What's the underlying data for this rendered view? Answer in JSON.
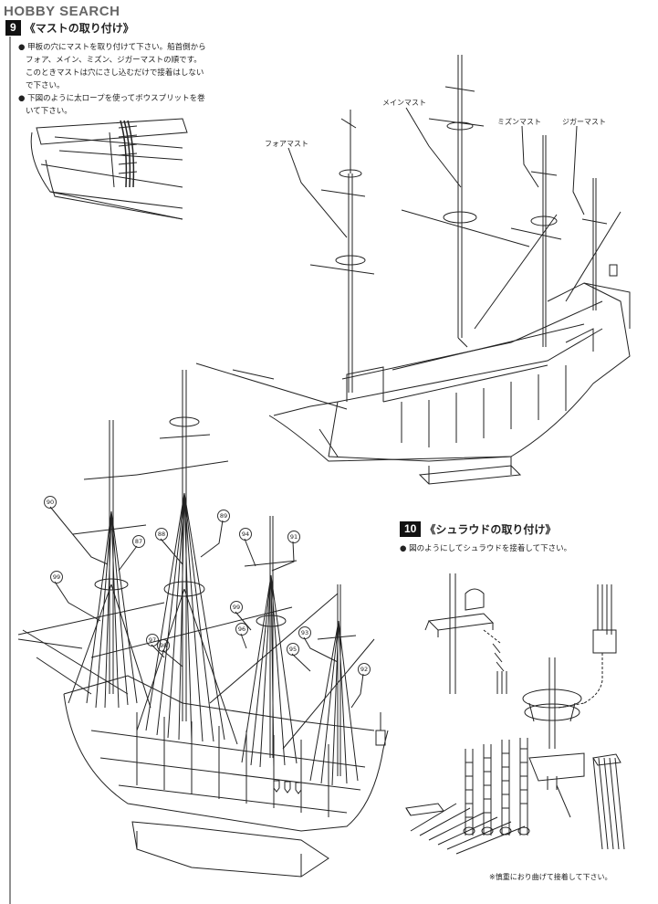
{
  "watermark": {
    "text": "HOBBY SEARCH"
  },
  "step9": {
    "number": "9",
    "title": "《マストの取り付け》",
    "notes": [
      "● 甲板の穴にマストを取り付けて下さい。船首側から",
      "フォア、メイン、ミズン、ジガーマストの順です。",
      "このときマストは穴にさし込むだけで接着はしない",
      "で下さい。",
      "● 下図のように太ロープを使ってボウスプリットを巻",
      "いて下さい。"
    ],
    "mast_labels": {
      "main": "メインマスト",
      "fore": "フォアマスト",
      "mizzen": "ミズンマスト",
      "jigger": "ジガーマスト"
    }
  },
  "step10": {
    "number": "10",
    "title": "《シュラウドの取り付け》",
    "note": "● 図のようにしてシュラウドを接着して下さい。",
    "footnote": "※慎重におり曲げて接着して下さい。"
  },
  "part_numbers": [
    "90",
    "87",
    "88",
    "89",
    "94",
    "91",
    "99",
    "93",
    "96",
    "97",
    "98",
    "95",
    "92"
  ]
}
